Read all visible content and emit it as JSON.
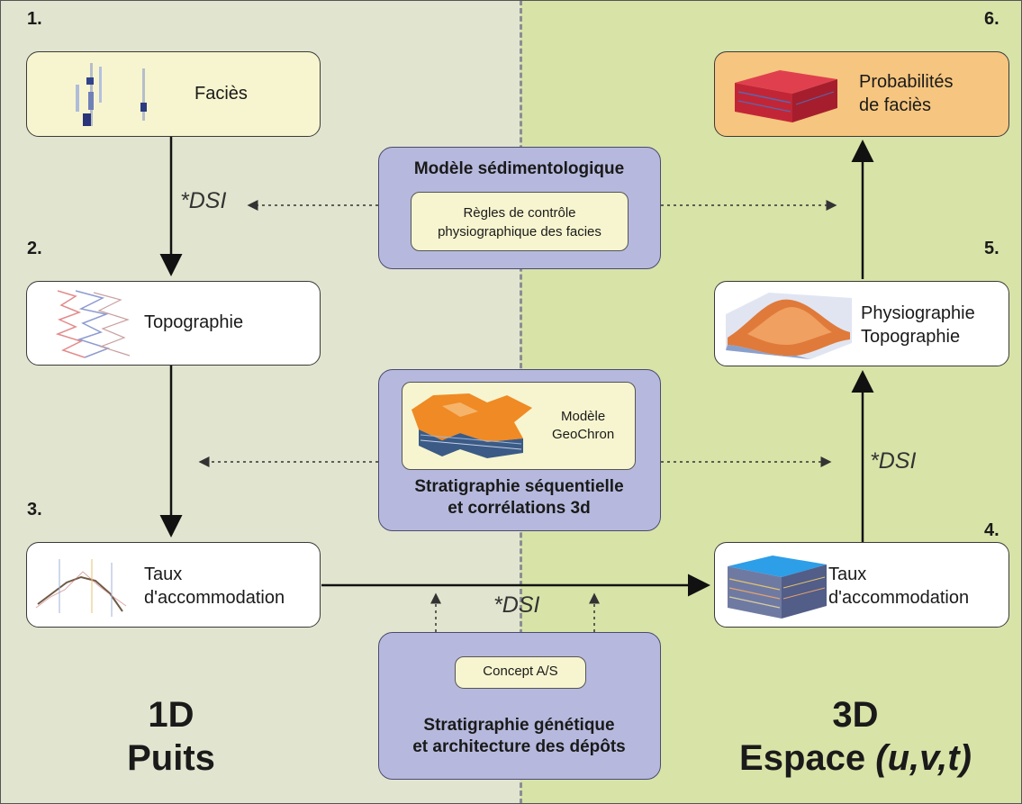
{
  "steps": {
    "s1": {
      "number": "1.",
      "label": "Faciès"
    },
    "s2": {
      "number": "2.",
      "label": "Topographie"
    },
    "s3": {
      "number": "3.",
      "label_line1": "Taux",
      "label_line2": "d'accommodation"
    },
    "s4": {
      "number": "4.",
      "label_line1": "Taux",
      "label_line2": "d'accommodation"
    },
    "s5": {
      "number": "5.",
      "label_line1": "Physiographie",
      "label_line2": "Topographie"
    },
    "s6": {
      "number": "6.",
      "label_line1": "Probabilités",
      "label_line2": "de faciès"
    }
  },
  "dsi_label": "*DSI",
  "center": {
    "sedimento_title": "Modèle sédimentologique",
    "sedimento_inner_line1": "Règles de contrôle",
    "sedimento_inner_line2": "physiographique des facies",
    "strat_seq_inner_line1": "Modèle",
    "strat_seq_inner_line2": "GeoChron",
    "strat_seq_title_line1": "Stratigraphie séquentielle",
    "strat_seq_title_line2": "et corrélations 3d",
    "strat_gen_inner": "Concept A/S",
    "strat_gen_title_line1": "Stratigraphie génétique",
    "strat_gen_title_line2": "et architecture des dépôts"
  },
  "left_footer": {
    "line1": "1D",
    "line2": "Puits"
  },
  "right_footer": {
    "line1": "3D",
    "line2_main": "Espace ",
    "line2_italic": "(u,v,t)"
  },
  "colors": {
    "left_bg": "#e1e5cf",
    "right_bg": "#d8e3a8",
    "facies_box": "#f7f5cf",
    "center_box": "#b6b9dd",
    "probability_box": "#f6c57f"
  }
}
